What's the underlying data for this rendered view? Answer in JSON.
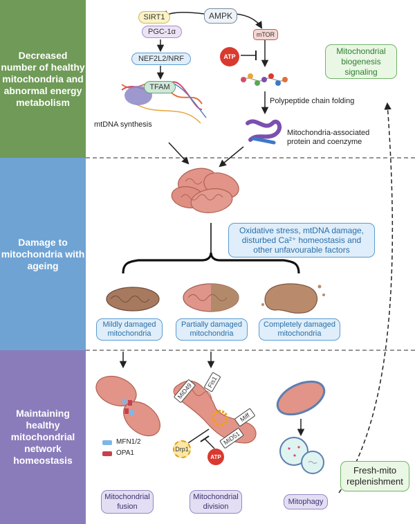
{
  "sections": {
    "top": "Decreased number of healthy mitochondria and abnormal energy metabolism",
    "middle": "Damage to mitochondria with ageing",
    "bottom": "Maintaining healthy mitochondrial network homeostasis"
  },
  "signaling": {
    "ampk": "AMPK",
    "sirt1": "SIRT1",
    "pgc": "PGC-1α",
    "nef": "NEF2L2/NRF",
    "tfam": "TFAM",
    "mtor": "mTOR",
    "atp": "ATP",
    "mtdna": "mtDNA synthesis",
    "polypeptide": "Polypeptide chain folding",
    "protein": "Mitochondria-associated protein and coenzyme",
    "biogenesis": "Mitochondrial biogenesis signaling"
  },
  "damage": {
    "factors": "Oxidative stress, mtDNA damage, disturbed Ca²⁺ homeostasis and other unfavourable factors",
    "mild": "Mildly damaged mitochondria",
    "partial": "Partially damaged mitochondria",
    "complete": "Completely damaged mitochondria"
  },
  "homeostasis": {
    "fis1": "Fis1",
    "mid49": "MiD49",
    "miff": "Miff",
    "mid51": "MiD51",
    "drp1": "Drp1",
    "atp": "ATP",
    "mfn_legend": "MFN1/2",
    "opa_legend": "OPA1",
    "fusion": "Mitochondrial fusion",
    "division": "Mitochondrial division",
    "mitophagy": "Mitophagy",
    "fresh": "Fresh-mito replenishment"
  },
  "colors": {
    "green_band": "#6f9a57",
    "blue_band": "#6fa3d4",
    "purple_band": "#8a7cbb",
    "mito": "#d98b80",
    "atp": "#d9392f"
  }
}
